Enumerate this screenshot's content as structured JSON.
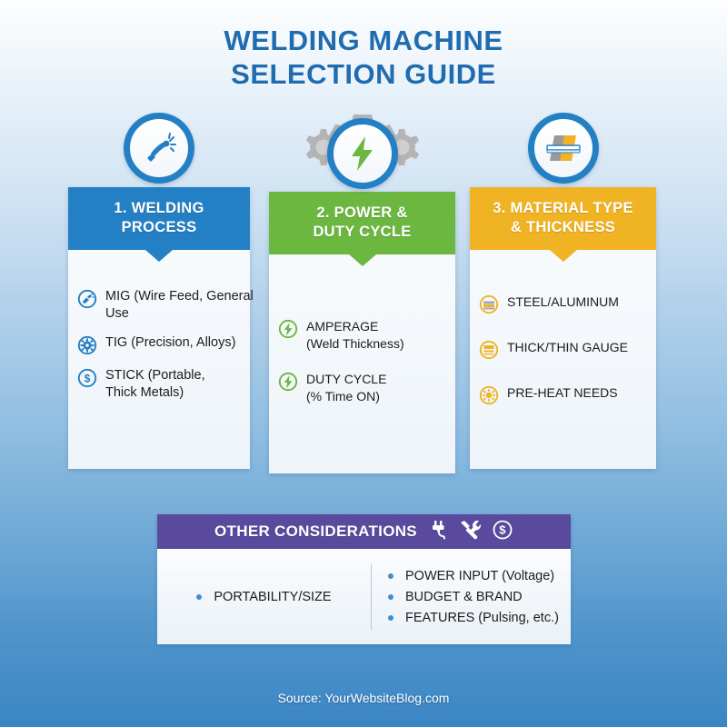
{
  "title": {
    "line1": "WELDING MACHINE",
    "line2": "SELECTION GUIDE"
  },
  "colors": {
    "blue": "#2480c4",
    "green": "#6cb73f",
    "orange": "#f0b323",
    "purple": "#5a4a9e",
    "title_blue": "#1f6cb0"
  },
  "columns": [
    {
      "top_icon": "welding-torch-icon",
      "heading_line1": "1. WELDING",
      "heading_line2": "PROCESS",
      "accent": "#2480c4",
      "items": [
        {
          "icon": "torch-circle-icon",
          "line1": "MIG (Wire Feed, General",
          "line2": "Use"
        },
        {
          "icon": "gear-circle-icon",
          "line1": "TIG (Precision, Alloys)",
          "line2": ""
        },
        {
          "icon": "dollar-circle-icon",
          "line1": "STICK (Portable,",
          "line2": "Thick Metals)"
        }
      ]
    },
    {
      "top_icon": "gears-lightning-icon",
      "heading_line1": "2. POWER &",
      "heading_line2": "DUTY CYCLE",
      "accent": "#6cb73f",
      "items": [
        {
          "icon": "lightning-circle-icon",
          "line1": "AMPERAGE",
          "line2": "(Weld Thickness)"
        },
        {
          "icon": "lightning-circle-icon",
          "line1": "DUTY CYCLE",
          "line2": "(% Time ON)"
        }
      ]
    },
    {
      "top_icon": "metal-sheets-icon",
      "heading_line1": "3. MATERIAL TYPE",
      "heading_line2": "& THICKNESS",
      "accent": "#f0b323",
      "items": [
        {
          "icon": "metal-stack-circle-icon",
          "line1": "STEEL/ALUMINUM",
          "line2": ""
        },
        {
          "icon": "gauge-circle-icon",
          "line1": "THICK/THIN GAUGE",
          "line2": ""
        },
        {
          "icon": "heat-circle-icon",
          "line1": "PRE-HEAT NEEDS",
          "line2": ""
        }
      ]
    }
  ],
  "other": {
    "heading": "OTHER CONSIDERATIONS",
    "heading_icons": [
      "power-plug-icon",
      "tools-icon",
      "dollar-icon"
    ],
    "left_items": [
      "PORTABILITY/SIZE"
    ],
    "right_items": [
      "POWER INPUT (Voltage)",
      "BUDGET  & BRAND",
      "FEATURES (Pulsing, etc.)"
    ]
  },
  "footer": {
    "source": "Source: YourWebsiteBlog.com"
  }
}
